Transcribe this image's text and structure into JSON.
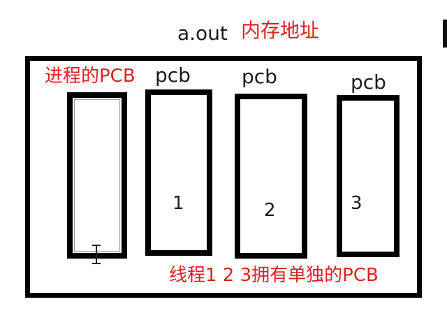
{
  "header": {
    "program_name": "a.out",
    "memory_address_label": "内存地址"
  },
  "process_pcb_label": "进程的PCB",
  "thread_boxes": [
    {
      "tag": "pcb",
      "number": "1"
    },
    {
      "tag": "pcb",
      "number": "2"
    },
    {
      "tag": "pcb",
      "number": "3"
    }
  ],
  "caption": "线程1 2 3拥有单独的PCB",
  "colors": {
    "annotation_red": "#e02020",
    "border_black": "#000000"
  },
  "icons": [
    "text-cursor-icon"
  ]
}
